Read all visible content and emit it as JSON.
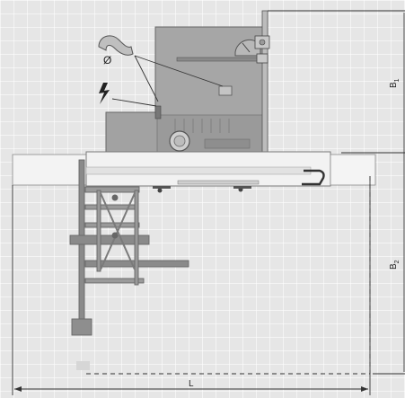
{
  "dimensions": {
    "length": "L",
    "width_upper": "B",
    "width_upper_sub": "1",
    "width_lower": "B",
    "width_lower_sub": "2"
  },
  "symbols": {
    "dust_extraction": "Ø",
    "electrical": "lightning-icon"
  },
  "colors": {
    "machine_body": "#a6a6a6",
    "machine_dark": "#8e8e8e",
    "table_surface": "#f2f2f2",
    "frame": "#7c7c7c",
    "outline": "#555555",
    "dimension_line": "#333333"
  }
}
